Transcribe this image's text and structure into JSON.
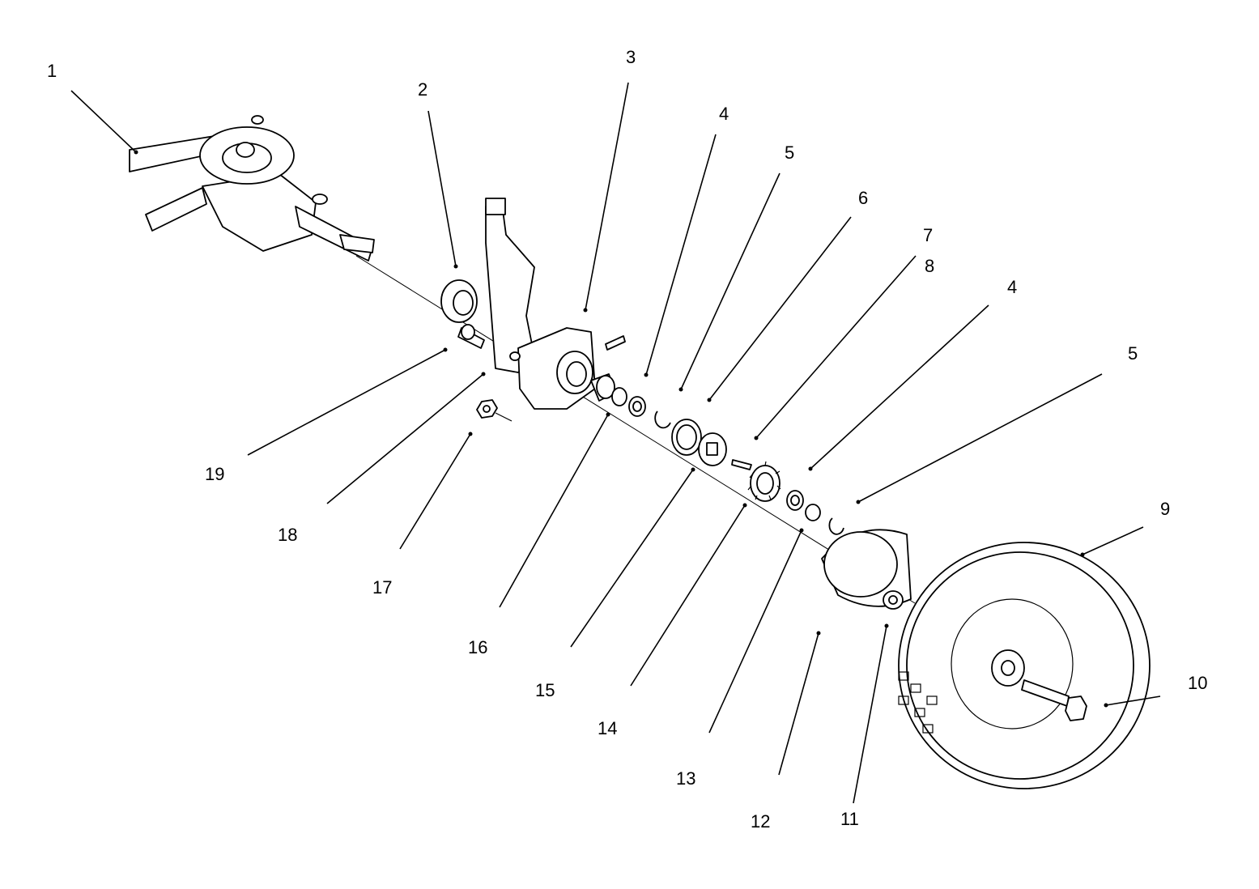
{
  "callouts": [
    {
      "id": "c1",
      "label": "1"
    },
    {
      "id": "c2",
      "label": "2"
    },
    {
      "id": "c3",
      "label": "3"
    },
    {
      "id": "c4a",
      "label": "4"
    },
    {
      "id": "c5a",
      "label": "5"
    },
    {
      "id": "c6",
      "label": "6"
    },
    {
      "id": "c7",
      "label": "7"
    },
    {
      "id": "c8",
      "label": "8"
    },
    {
      "id": "c4b",
      "label": "4"
    },
    {
      "id": "c5b",
      "label": "5"
    },
    {
      "id": "c9",
      "label": "9"
    },
    {
      "id": "c10",
      "label": "10"
    },
    {
      "id": "c11",
      "label": "11"
    },
    {
      "id": "c12",
      "label": "12"
    },
    {
      "id": "c13",
      "label": "13"
    },
    {
      "id": "c14",
      "label": "14"
    },
    {
      "id": "c15",
      "label": "15"
    },
    {
      "id": "c16",
      "label": "16"
    },
    {
      "id": "c17",
      "label": "17"
    },
    {
      "id": "c18",
      "label": "18"
    },
    {
      "id": "c19",
      "label": "19"
    }
  ]
}
